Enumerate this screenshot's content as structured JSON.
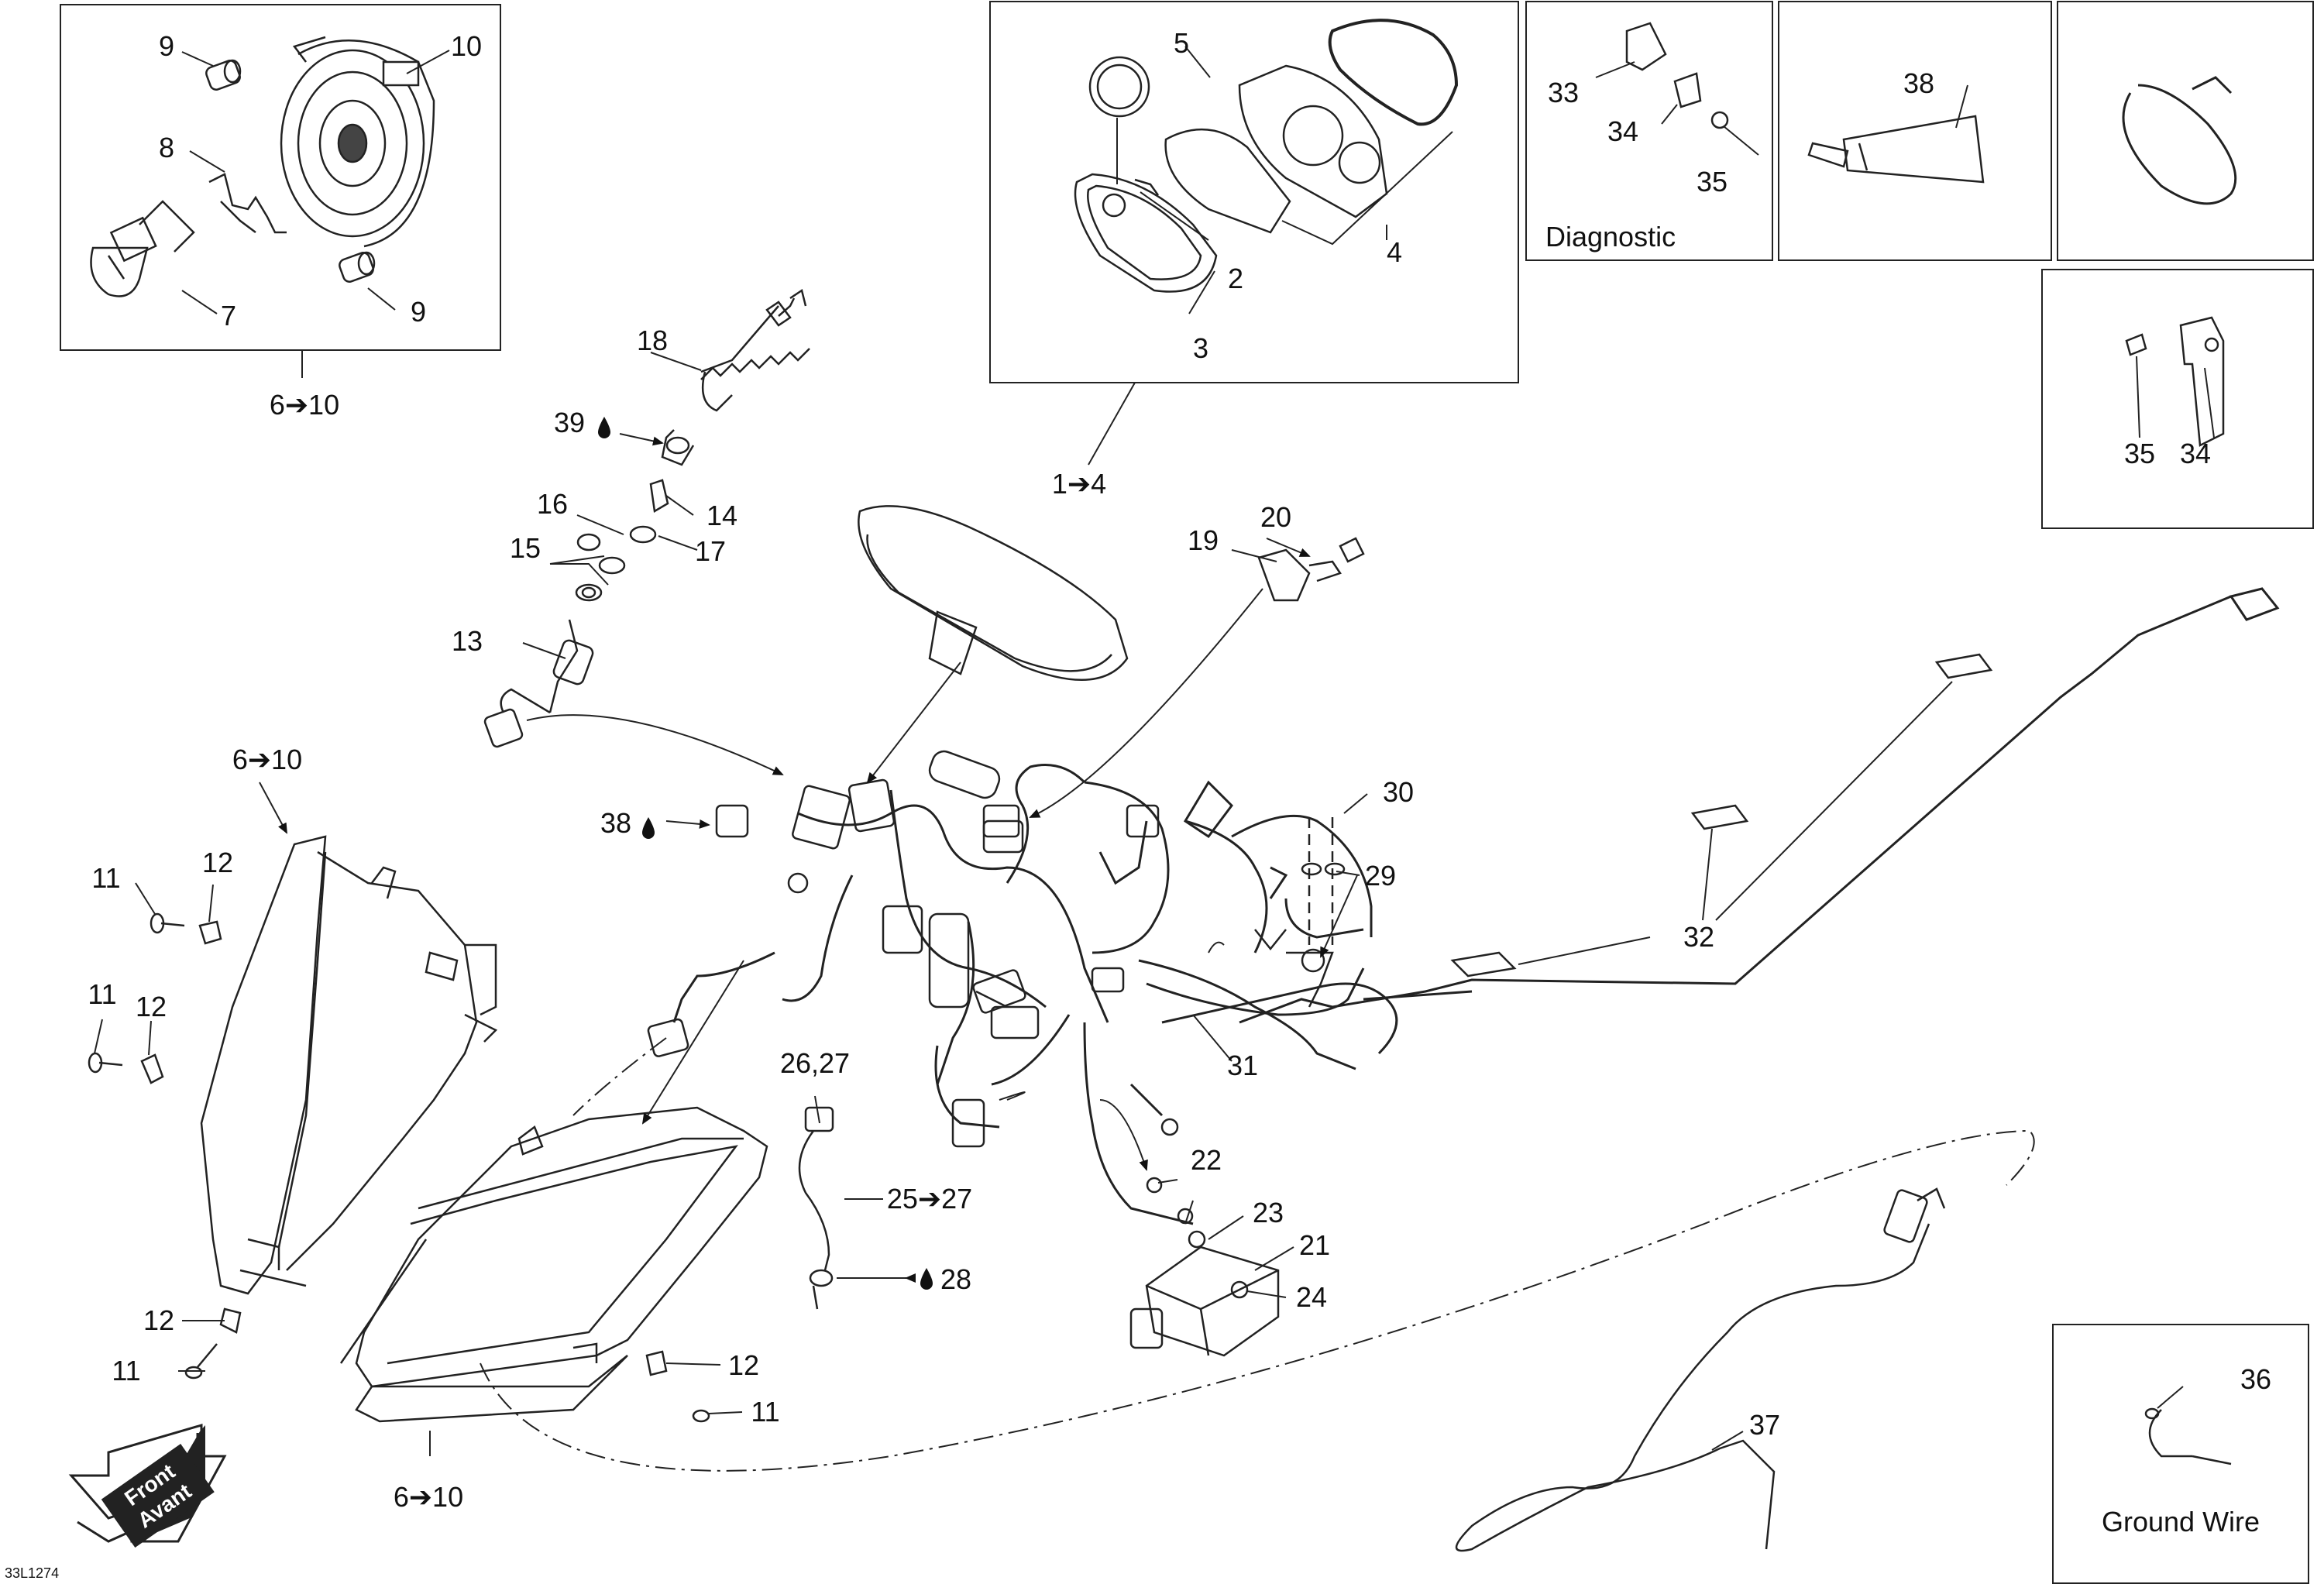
{
  "diagram": {
    "code": "33L1274",
    "boxes": {
      "headlamp_kit": {
        "range": "6➔10"
      },
      "gauge_kit": {
        "range": "1➔4"
      },
      "diagnostic": {
        "title": "Diagnostic"
      },
      "ground_wire": {
        "title": "Ground Wire"
      }
    },
    "front_arrow": {
      "line1": "Front",
      "line2": "Avant"
    },
    "callouts": {
      "c9a": "9",
      "c10": "10",
      "c8": "8",
      "c7": "7",
      "c9b": "9",
      "c5": "5",
      "c2": "2",
      "c3": "3",
      "c4": "4",
      "c33": "33",
      "c34a": "34",
      "c35a": "35",
      "c38box": "38",
      "c35b": "35",
      "c34b": "34",
      "c18": "18",
      "c39": "39",
      "c14": "14",
      "c16": "16",
      "c17": "17",
      "c15": "15",
      "c13": "13",
      "c20": "20",
      "c19": "19",
      "c6_10_left": "6➔10",
      "c38": "38",
      "c30": "30",
      "c29": "29",
      "c11a": "11",
      "c12a": "12",
      "c11b": "11",
      "c12b": "12",
      "c32": "32",
      "c31": "31",
      "c26_27": "26,27",
      "c22": "22",
      "c23": "23",
      "c21": "21",
      "c24": "24",
      "c25_27": "25➔27",
      "c28": "28",
      "c12c": "12",
      "c11c": "11",
      "c12d": "12",
      "c11d": "11",
      "c6_10_bottom": "6➔10",
      "c36": "36",
      "c37": "37"
    }
  }
}
